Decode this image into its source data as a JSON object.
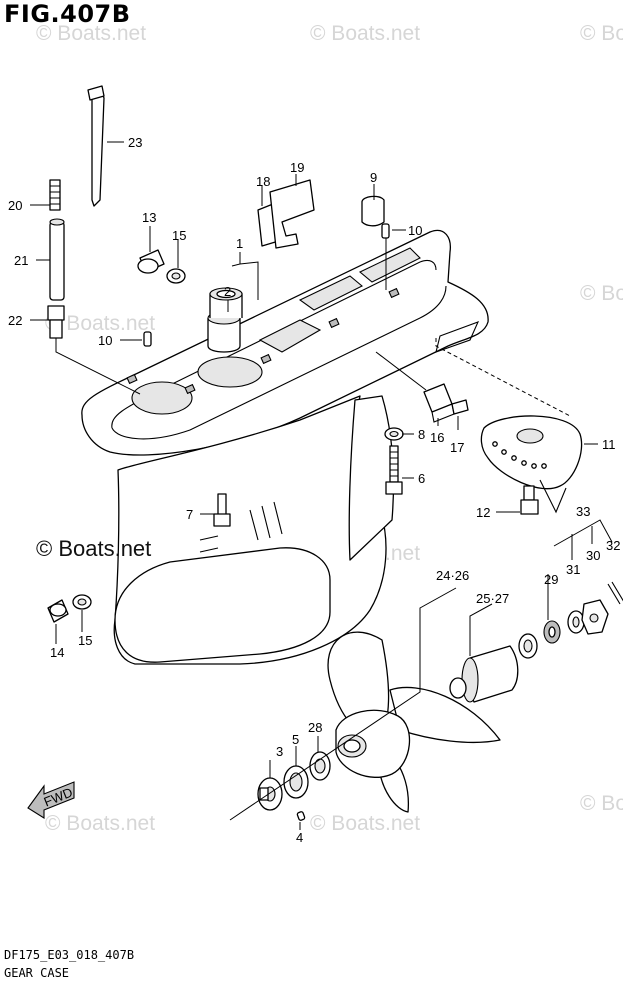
{
  "figure_title": "FIG.407B",
  "footer": {
    "code": "DF175_E03_018_407B",
    "name": "GEAR CASE"
  },
  "watermark": {
    "text": "© Boats.net",
    "main_text": "© Boats.net"
  },
  "fwd_label": "FWD",
  "callouts": {
    "c1": "1",
    "c2": "2",
    "c3": "3",
    "c4": "4",
    "c5": "5",
    "c6": "6",
    "c7": "7",
    "c8": "8",
    "c9": "9",
    "c10a": "10",
    "c10b": "10",
    "c11": "11",
    "c12": "12",
    "c13": "13",
    "c14": "14",
    "c15a": "15",
    "c15b": "15",
    "c16": "16",
    "c17": "17",
    "c18": "18",
    "c19": "19",
    "c20": "20",
    "c21": "21",
    "c22": "22",
    "c23": "23",
    "c24_26": "24·26",
    "c25_27": "25·27",
    "c28": "28",
    "c29": "29",
    "c30": "30",
    "c31": "31",
    "c32": "32",
    "c33": "33"
  }
}
